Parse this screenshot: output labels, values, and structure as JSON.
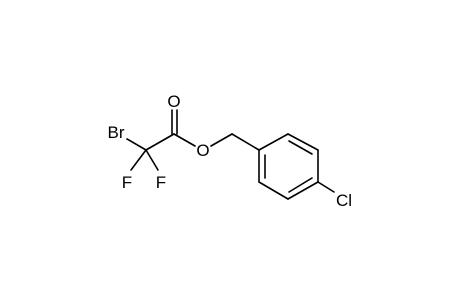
{
  "molecule": {
    "atoms": {
      "br": "Br",
      "f1": "F",
      "f2": "F",
      "o_carbonyl": "O",
      "o_ester": "O",
      "cl": "Cl"
    },
    "colors": {
      "bond": "#000000",
      "label": "#000000",
      "background": "#ffffff"
    }
  }
}
